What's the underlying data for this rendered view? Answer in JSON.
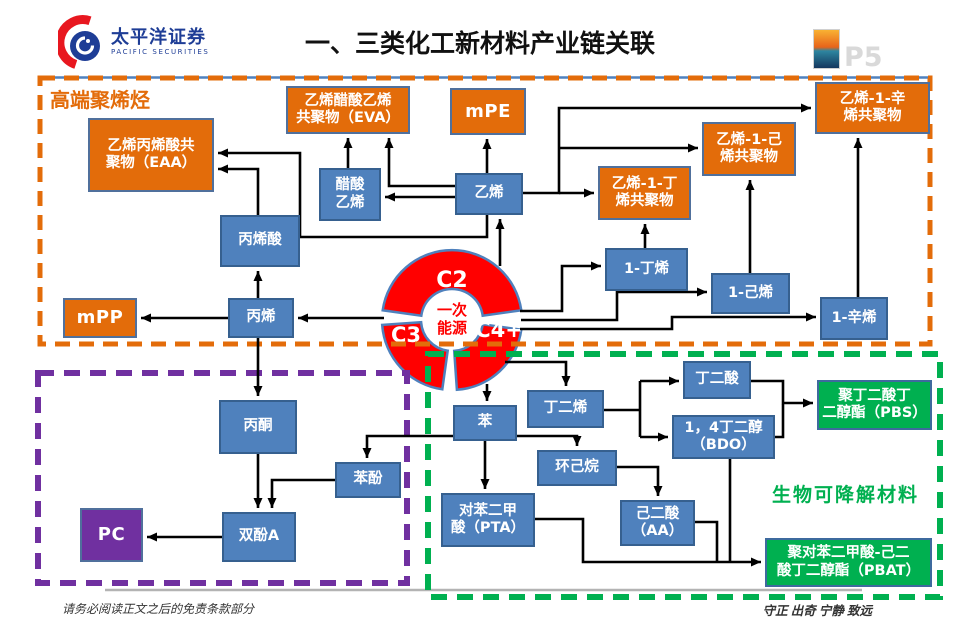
{
  "header": {
    "logo_cn": "太平洋证券",
    "logo_en": "PACIFIC SECURITIES",
    "title": "一、三类化工新材料产业链关联",
    "page_badge": "P5",
    "photo_icon": "sunset-thumbnail"
  },
  "regions": {
    "polyolefin_label": "高端聚烯烃",
    "biodegradable_label": "生物可降解材料"
  },
  "donut": {
    "segments": [
      "C2",
      "C3",
      "C4+"
    ],
    "center_line1": "一次",
    "center_line2": "能源"
  },
  "nodes": [
    {
      "id": "eva",
      "label": "乙烯醋酸乙烯\n共聚物（EVA）",
      "style": "orange"
    },
    {
      "id": "mpe",
      "label": "mPE",
      "style": "orange big"
    },
    {
      "id": "e1o",
      "label": "乙烯-1-辛\n烯共聚物",
      "style": "orange"
    },
    {
      "id": "e1h",
      "label": "乙烯-1-己\n烯共聚物",
      "style": "orange"
    },
    {
      "id": "e1b",
      "label": "乙烯-1-丁\n烯共聚物",
      "style": "orange"
    },
    {
      "id": "eaa",
      "label": "乙烯丙烯酸共\n聚物（EAA）",
      "style": "orange"
    },
    {
      "id": "mpp",
      "label": "mPP",
      "style": "orange big"
    },
    {
      "id": "vac",
      "label": "醋酸\n乙烯",
      "style": "blue"
    },
    {
      "id": "eth",
      "label": "乙烯",
      "style": "blue"
    },
    {
      "id": "acr",
      "label": "丙烯酸",
      "style": "blue"
    },
    {
      "id": "pro",
      "label": "丙烯",
      "style": "blue"
    },
    {
      "id": "b1",
      "label": "1-丁烯",
      "style": "blue"
    },
    {
      "id": "h1",
      "label": "1-己烯",
      "style": "blue"
    },
    {
      "id": "o1",
      "label": "1-辛烯",
      "style": "blue"
    },
    {
      "id": "ace",
      "label": "丙酮",
      "style": "blue"
    },
    {
      "id": "ben",
      "label": "苯",
      "style": "blue"
    },
    {
      "id": "but",
      "label": "丁二烯",
      "style": "blue"
    },
    {
      "id": "succ",
      "label": "丁二酸",
      "style": "blue"
    },
    {
      "id": "bdo",
      "label": "1，4丁二醇\n（BDO）",
      "style": "blue"
    },
    {
      "id": "cyc",
      "label": "环己烷",
      "style": "blue"
    },
    {
      "id": "aa",
      "label": "己二酸\n（AA）",
      "style": "blue"
    },
    {
      "id": "pta",
      "label": "对苯二甲\n酸（PTA）",
      "style": "blue"
    },
    {
      "id": "phe",
      "label": "苯酚",
      "style": "blue"
    },
    {
      "id": "bpa",
      "label": "双酚A",
      "style": "blue"
    },
    {
      "id": "pc",
      "label": "PC",
      "style": "purple big"
    },
    {
      "id": "pbs",
      "label": "聚丁二酸丁\n二醇酯（PBS）",
      "style": "green"
    },
    {
      "id": "pbat",
      "label": "聚对苯二甲酸-己二\n酸丁二醇酯（PBAT）",
      "style": "green"
    }
  ],
  "footer": {
    "disclaimer": "请务必阅读正文之后的免责条款部分",
    "motto": "守正 出奇 宁静 致远"
  },
  "colors": {
    "orange": "#E36C0A",
    "blue": "#4F81BD",
    "green": "#00B050",
    "purple": "#7030A0",
    "red": "#FF0000",
    "donut_stroke": "#4F81BD"
  }
}
